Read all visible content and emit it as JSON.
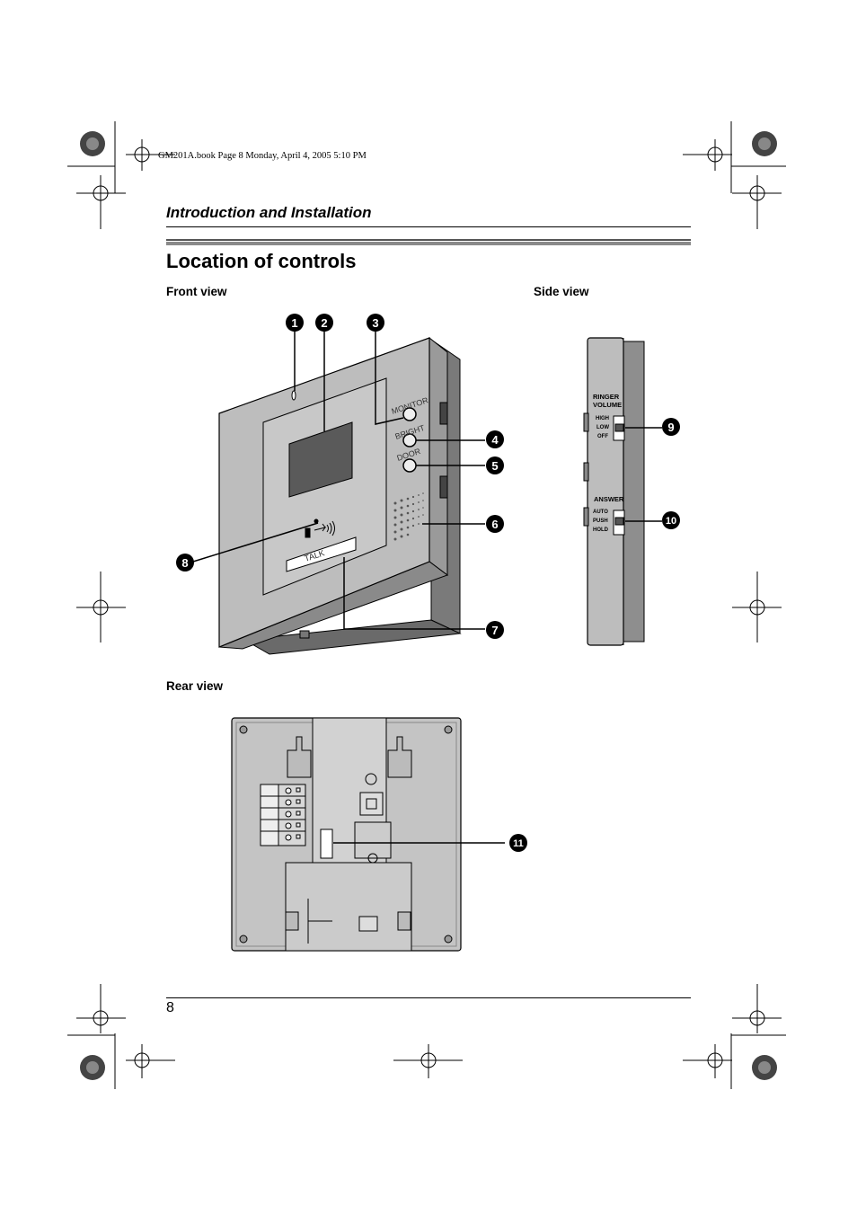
{
  "header": {
    "print_info": "GM201A.book  Page 8  Monday, April 4, 2005  5:10 PM",
    "section_title": "Introduction and Installation"
  },
  "page": {
    "title": "Location of controls",
    "number": "8"
  },
  "views": {
    "front": "Front view",
    "side": "Side view",
    "rear": "Rear view"
  },
  "callouts": [
    "1",
    "2",
    "3",
    "4",
    "5",
    "6",
    "7",
    "8",
    "9",
    "10",
    "11"
  ],
  "device_labels": {
    "monitor": "MONITOR",
    "bright": "BRIGHT",
    "door": "DOOR",
    "talk": "TALK",
    "ringer": "RINGER",
    "volume": "VOLUME",
    "high": "HIGH",
    "low": "LOW",
    "off": "OFF",
    "answer": "ANSWER",
    "auto": "AUTO",
    "push": "PUSH",
    "hold": "HOLD"
  },
  "colors": {
    "device_face": "#bdbdbd",
    "device_side": "#8e8e8e",
    "device_dark": "#6e6e6e",
    "screen": "#5a5a5a",
    "rear_panel": "#c4c4c4"
  }
}
